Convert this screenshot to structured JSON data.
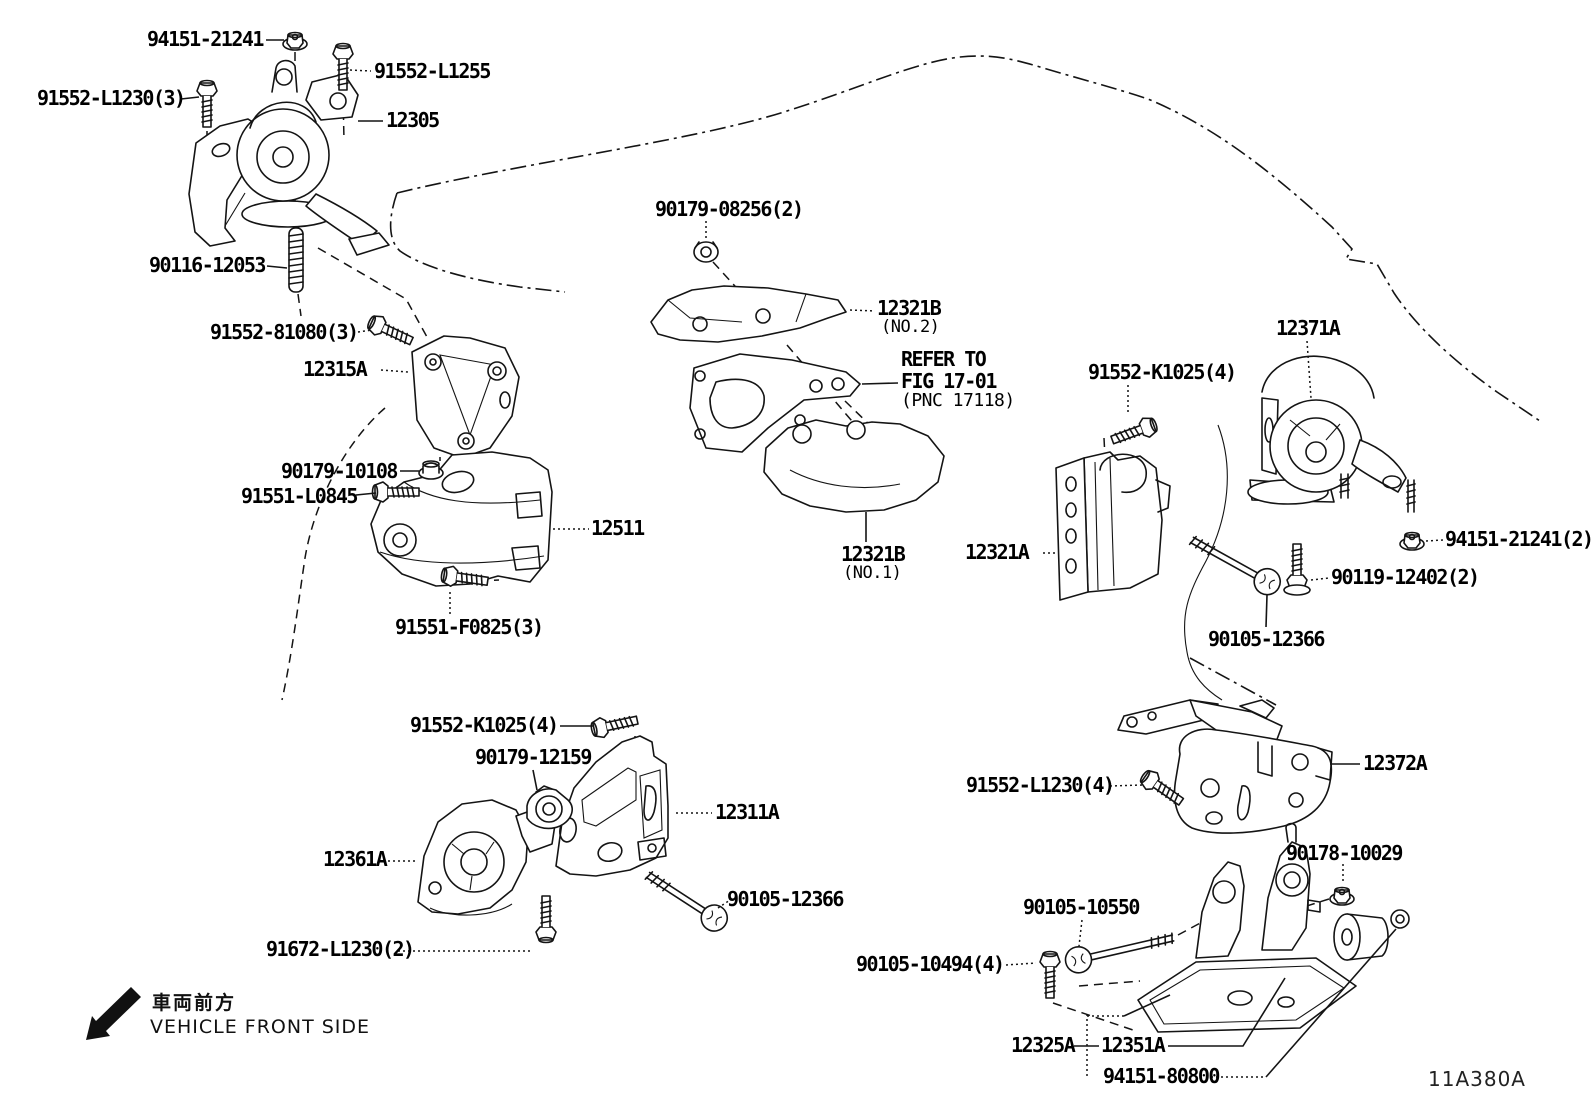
{
  "diagram": {
    "figure_code": "11A380A",
    "vehicle_front": {
      "jp": "車両前方",
      "en": "VEHICLE FRONT SIDE"
    },
    "refer_note": {
      "line1": "REFER TO",
      "line2": "FIG 17-01",
      "line3": "(PNC 17118)"
    },
    "labels": [
      {
        "text": "94151-21241"
      },
      {
        "text": "91552-L1255"
      },
      {
        "text": "91552-L1230(3)"
      },
      {
        "text": "12305"
      },
      {
        "text": "90116-12053"
      },
      {
        "text": "91552-81080(3)"
      },
      {
        "text": "12315A"
      },
      {
        "text": "90179-10108"
      },
      {
        "text": "91551-L0845"
      },
      {
        "text": "12511"
      },
      {
        "text": "91551-F0825(3)"
      },
      {
        "text": "90179-08256(2)"
      },
      {
        "text": "12321B",
        "sub": "(NO.2)"
      },
      {
        "text": "12321B",
        "sub": "(NO.1)"
      },
      {
        "text": "12321A"
      },
      {
        "text": "91552-K1025(4)"
      },
      {
        "text": "12371A"
      },
      {
        "text": "94151-21241(2)"
      },
      {
        "text": "90119-12402(2)"
      },
      {
        "text": "90105-12366"
      },
      {
        "text": "91552-K1025(4)"
      },
      {
        "text": "90179-12159"
      },
      {
        "text": "12311A"
      },
      {
        "text": "12361A"
      },
      {
        "text": "90105-12366"
      },
      {
        "text": "91672-L1230(2)"
      },
      {
        "text": "12372A"
      },
      {
        "text": "91552-L1230(4)"
      },
      {
        "text": "90178-10029"
      },
      {
        "text": "90105-10550"
      },
      {
        "text": "90105-10494(4)"
      },
      {
        "text": "12325A"
      },
      {
        "text": "12351A"
      },
      {
        "text": "94151-80800"
      }
    ]
  }
}
